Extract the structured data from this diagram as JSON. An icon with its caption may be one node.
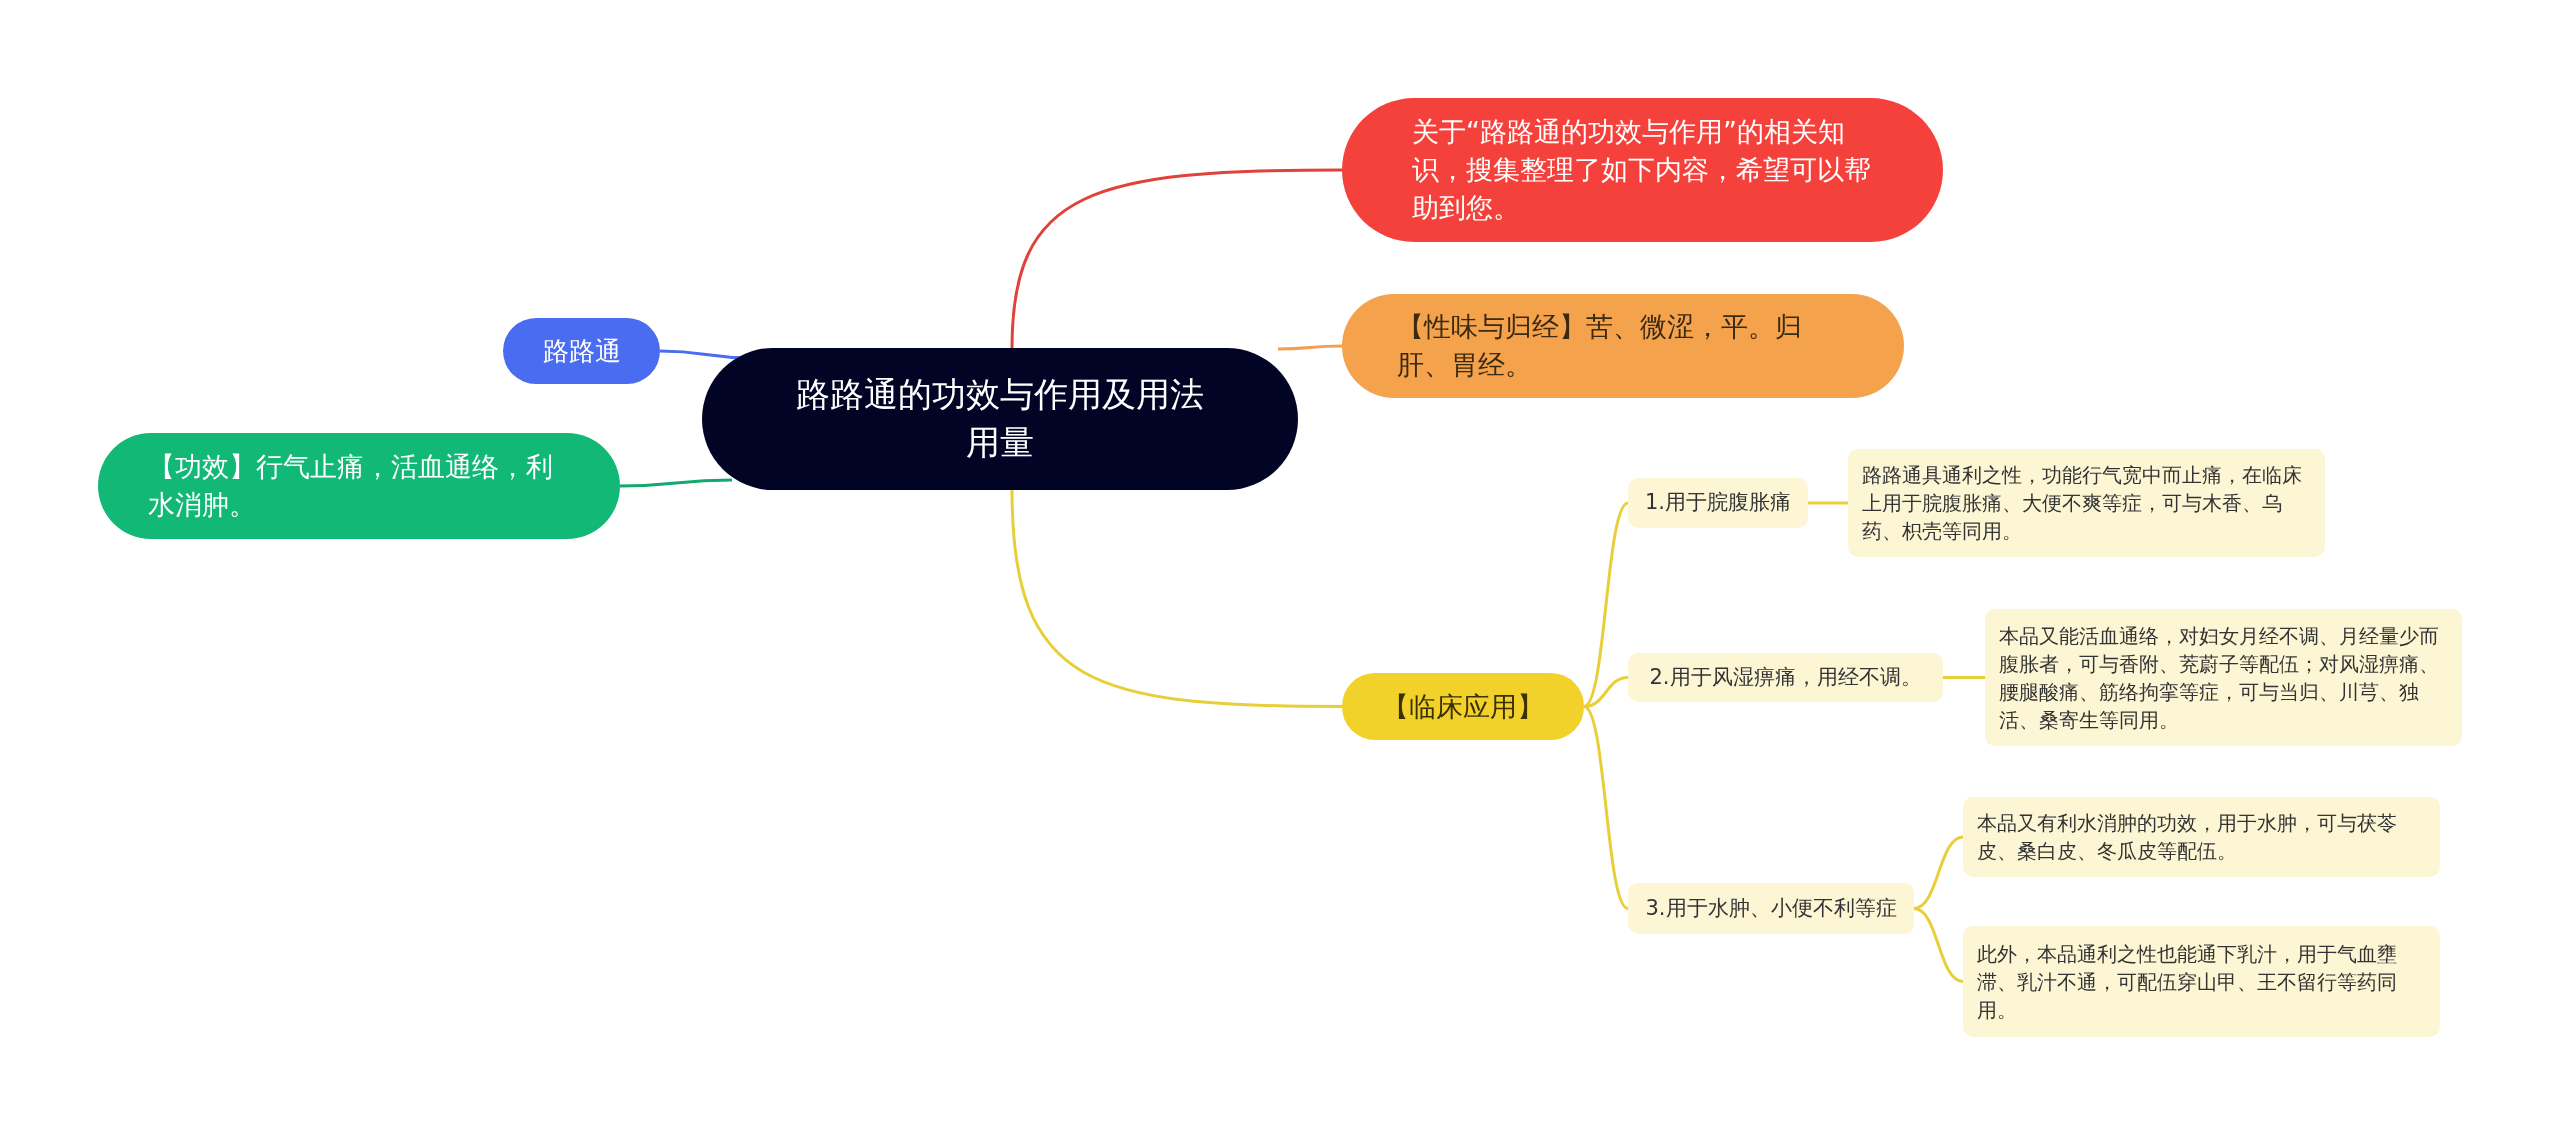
{
  "diagram": {
    "nodes": [
      {
        "text": [
          "路路通的功效与作用及用法用量"
        ]
      },
      {
        "text": [
          "路路通"
        ]
      },
      {
        "text": [
          "【功效】行气止痛，活血通络，利水消肿。"
        ]
      },
      {
        "text": [
          "关于“路路通的功效与作用”的相关知识，搜集整理了如下内容，希望可以帮助到您。"
        ]
      },
      {
        "text": [
          "【性味与归经】苦、微涩，平。归肝、胃经。"
        ]
      },
      {
        "text": [
          "【临床应用】"
        ]
      },
      {
        "text": [
          "1.用于脘腹胀痛"
        ]
      },
      {
        "text": [
          "路路通具通利之性，功能行气宽中而止痛，在临床上用于脘腹胀痛、大便不爽等症，可与木香、乌药、枳壳等同用。"
        ]
      },
      {
        "text": [
          "2.用于风湿痹痛，用经不调。"
        ]
      },
      {
        "text": [
          "本品又能活血通络，对妇女月经不调、月经量少而腹胀者，可与香附、茺蔚子等配伍；对风湿痹痛、腰腿酸痛、筋络拘挛等症，可与当归、川芎、独活、桑寄生等同用。"
        ]
      },
      {
        "text": [
          "3.用于水肿、小便不利等症"
        ]
      },
      {
        "text": [
          "本品又有利水消肿的功效，用于水肿，可与茯苓皮、桑白皮、冬瓜皮等配伍。"
        ]
      },
      {
        "text": [
          "此外，本品通利之性也能通下乳汁，用于气血壅滞、乳汁不通，可配伍穿山甲、王不留行等药同用。"
        ]
      }
    ],
    "edges": [
      {
        "from": 0,
        "to": 1,
        "arrow": "none",
        "color": "#4a6cf0"
      },
      {
        "from": 0,
        "to": 2,
        "arrow": "none",
        "color": "#12a96e"
      },
      {
        "from": 0,
        "to": 3,
        "arrow": "none",
        "color": "#e0423a"
      },
      {
        "from": 0,
        "to": 4,
        "arrow": "none",
        "color": "#f0a050"
      },
      {
        "from": 0,
        "to": 5,
        "arrow": "none"
      },
      {
        "from": 5,
        "to": 6,
        "arrow": "none"
      },
      {
        "from": 5,
        "to": 8,
        "arrow": "none"
      },
      {
        "from": 5,
        "to": 10,
        "arrow": "none"
      },
      {
        "from": 6,
        "to": 7,
        "arrow": "none"
      },
      {
        "from": 8,
        "to": 9,
        "arrow": "none"
      },
      {
        "from": 10,
        "to": 11,
        "arrow": "none"
      },
      {
        "from": 10,
        "to": 12,
        "arrow": "none"
      }
    ]
  }
}
